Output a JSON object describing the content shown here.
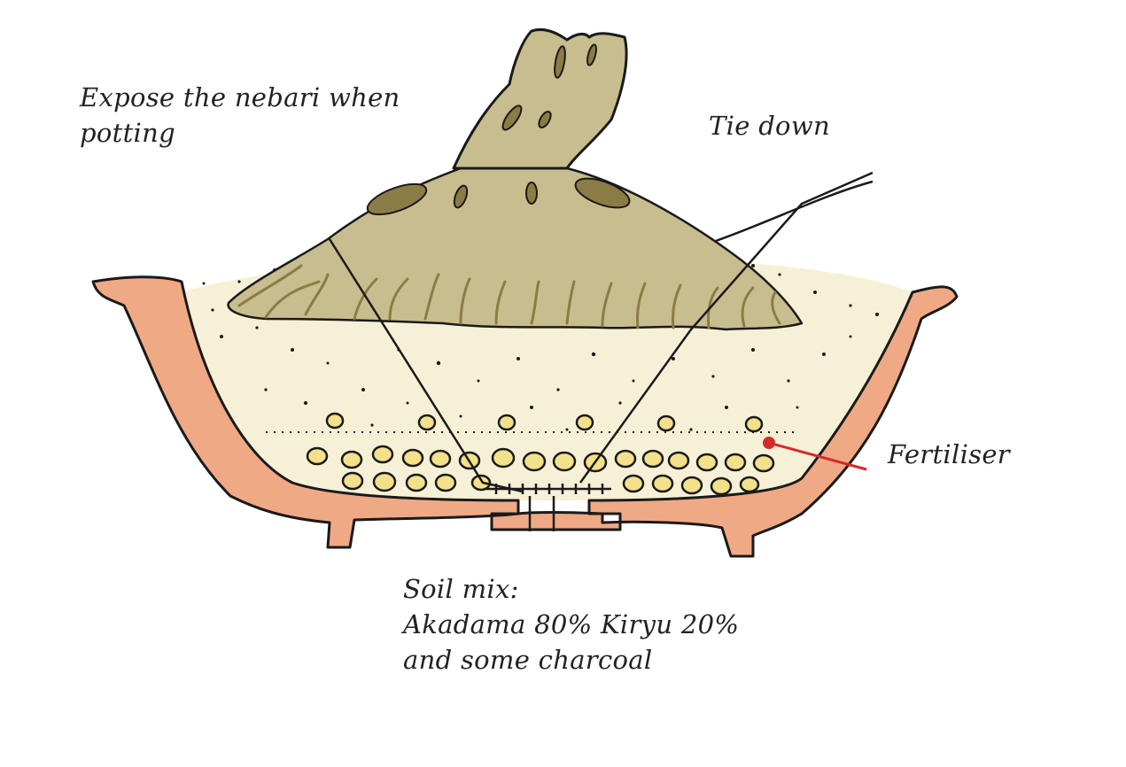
{
  "labels": {
    "nebari": [
      "Expose the nebari when",
      "potting"
    ],
    "tie_down": "Tie down",
    "fertiliser": "Fertiliser",
    "soil_mix": [
      "Soil mix:",
      "Akadama 80% Kiryu 20%",
      "and some charcoal"
    ]
  },
  "colors": {
    "pot": "#f0a985",
    "outline": "#1a1a1a",
    "soil": "#f6f1d6",
    "trunk": "#c8bd8e",
    "root_dark": "#8a7c44",
    "gravel": "#f3e08a",
    "fertiliser_marker": "#d62a2a"
  }
}
